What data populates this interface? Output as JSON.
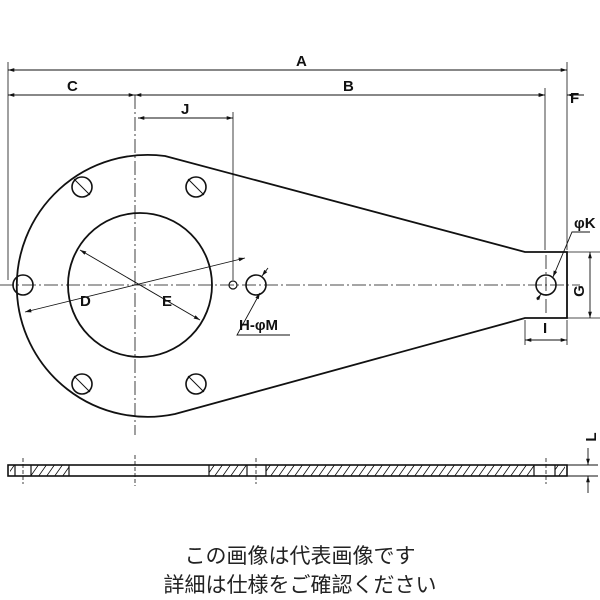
{
  "labels": {
    "A": "A",
    "B": "B",
    "C": "C",
    "D": "D",
    "E": "E",
    "F": "F",
    "G": "G",
    "H": "H-φM",
    "I": "I",
    "J": "J",
    "K": "φK",
    "L": "L"
  },
  "caption": {
    "line1": "この画像は代表画像です",
    "line2": "詳細は仕様をご確認ください"
  },
  "colors": {
    "line": "#111111",
    "background": "#ffffff"
  }
}
